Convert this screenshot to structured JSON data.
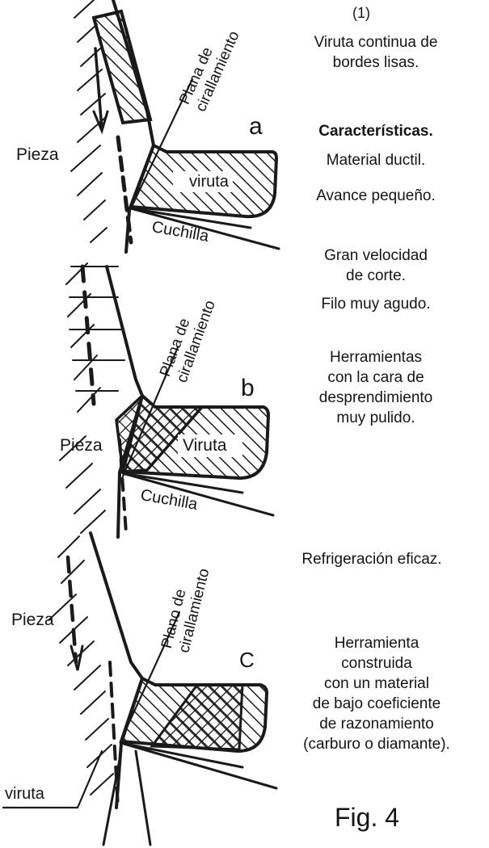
{
  "header_number": "(1)",
  "panels": [
    {
      "letter": "a",
      "piece_label": "Pieza",
      "shear_label": [
        "Plana de",
        "cirallamiento"
      ],
      "chip_label": "viruta",
      "tool_label": "Cuchilla"
    },
    {
      "letter": "b",
      "piece_label": "Pieza",
      "shear_label": [
        "Plana de",
        "cirallamiento"
      ],
      "chip_label": "Viruta",
      "tool_label": "Cuchilla"
    },
    {
      "letter": "C",
      "piece_label": "Pieza",
      "shear_label": [
        "Plano de",
        "cirallamiento"
      ],
      "chip_label": "viruta"
    }
  ],
  "captions": [
    [
      "Viruta continua de",
      "bordes lisas."
    ],
    [
      "Características."
    ],
    [
      "Material ductil."
    ],
    [
      "Avance pequeño."
    ],
    [
      "Gran velocidad",
      "de corte."
    ],
    [
      "Filo muy agudo."
    ],
    [
      "Herramientas",
      "con la cara de",
      "desprendimiento",
      "muy pulido."
    ],
    [
      "Refrigeración eficaz."
    ],
    [
      "Herramienta",
      "construida",
      "con un material",
      "de bajo coeficiente",
      "de razonamiento",
      "(carburo o diamante)."
    ]
  ],
  "figure_label": "Fig. 4"
}
